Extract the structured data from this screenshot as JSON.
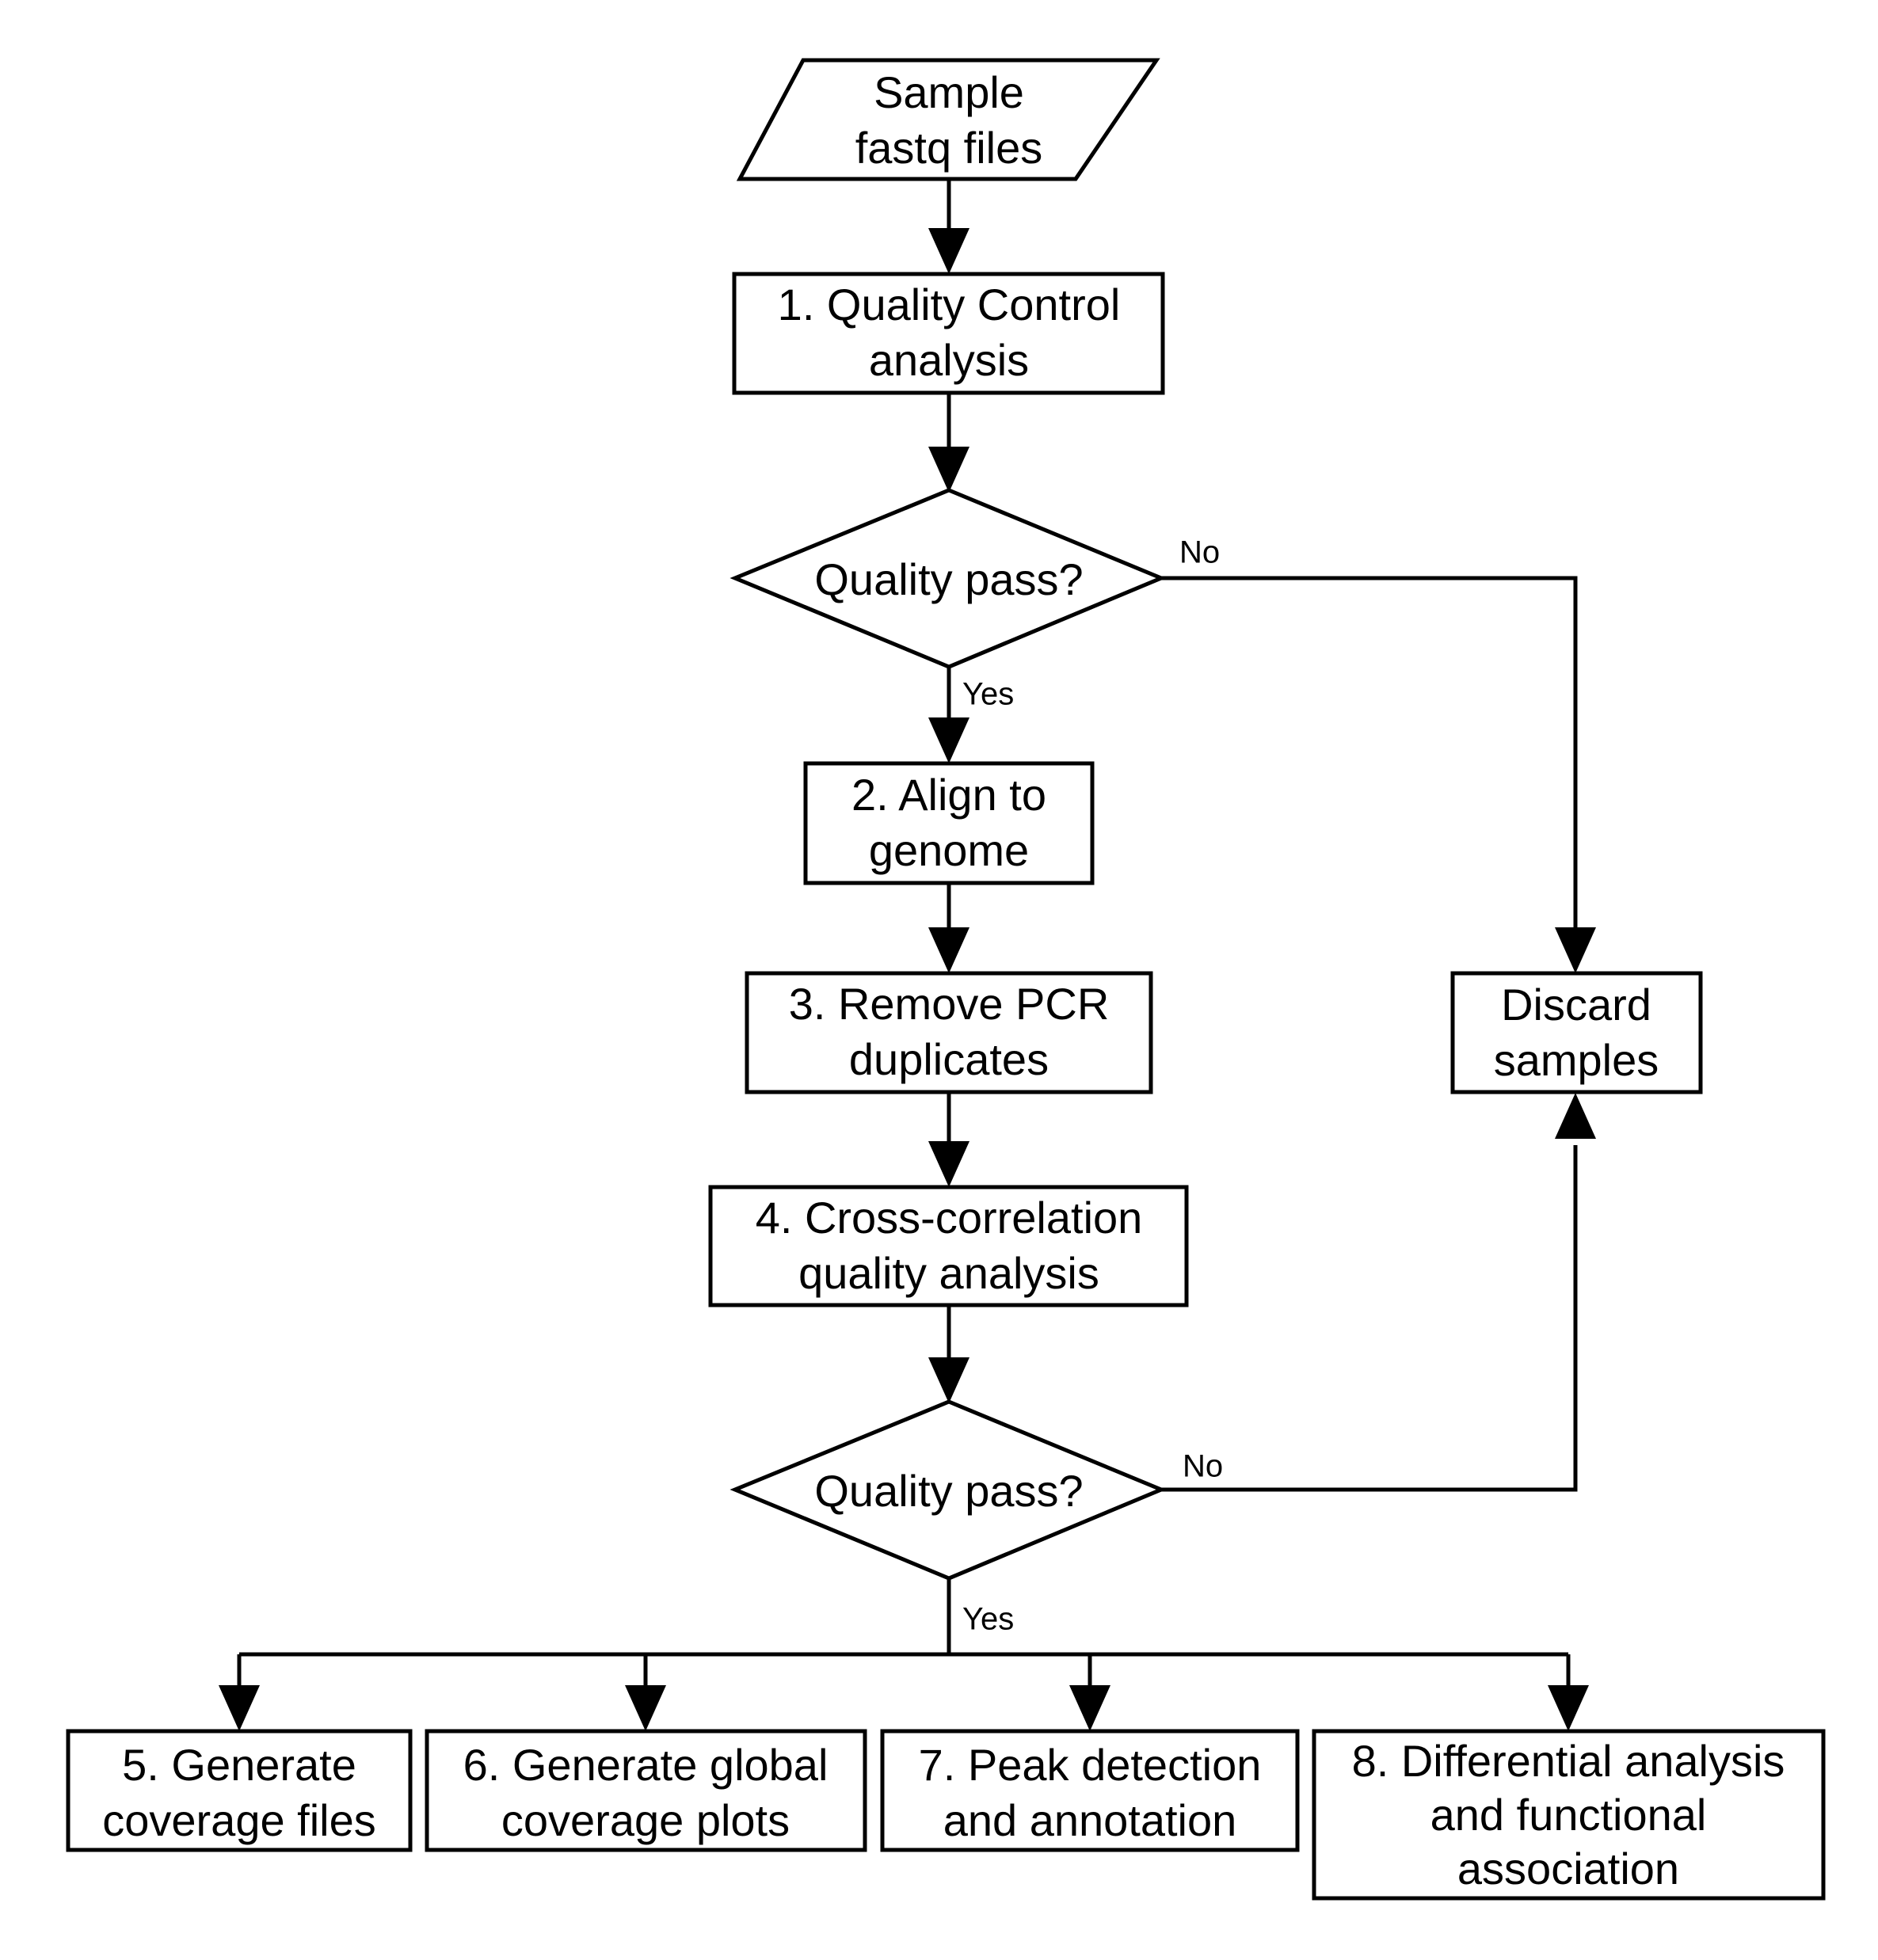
{
  "nodes": {
    "input": {
      "lines": [
        "Sample",
        "fastq files"
      ]
    },
    "qc": {
      "lines": [
        "1. Quality Control",
        "analysis"
      ]
    },
    "decision1": {
      "lines": [
        "Quality pass?"
      ]
    },
    "align": {
      "lines": [
        "2. Align to",
        "genome"
      ]
    },
    "dedup": {
      "lines": [
        "3. Remove PCR",
        "duplicates"
      ]
    },
    "crosscorr": {
      "lines": [
        "4. Cross-correlation",
        "quality analysis"
      ]
    },
    "decision2": {
      "lines": [
        "Quality pass?"
      ]
    },
    "discard": {
      "lines": [
        "Discard",
        "samples"
      ]
    },
    "coverage": {
      "lines": [
        "5. Generate",
        "coverage files"
      ]
    },
    "plots": {
      "lines": [
        "6. Generate global",
        "coverage plots"
      ]
    },
    "peaks": {
      "lines": [
        "7. Peak detection",
        "and annotation"
      ]
    },
    "diff": {
      "lines": [
        "8. Differential analysis",
        "and functional",
        "association"
      ]
    }
  },
  "edge_labels": {
    "d1_no": "No",
    "d1_yes": "Yes",
    "d2_no": "No",
    "d2_yes": "Yes"
  }
}
